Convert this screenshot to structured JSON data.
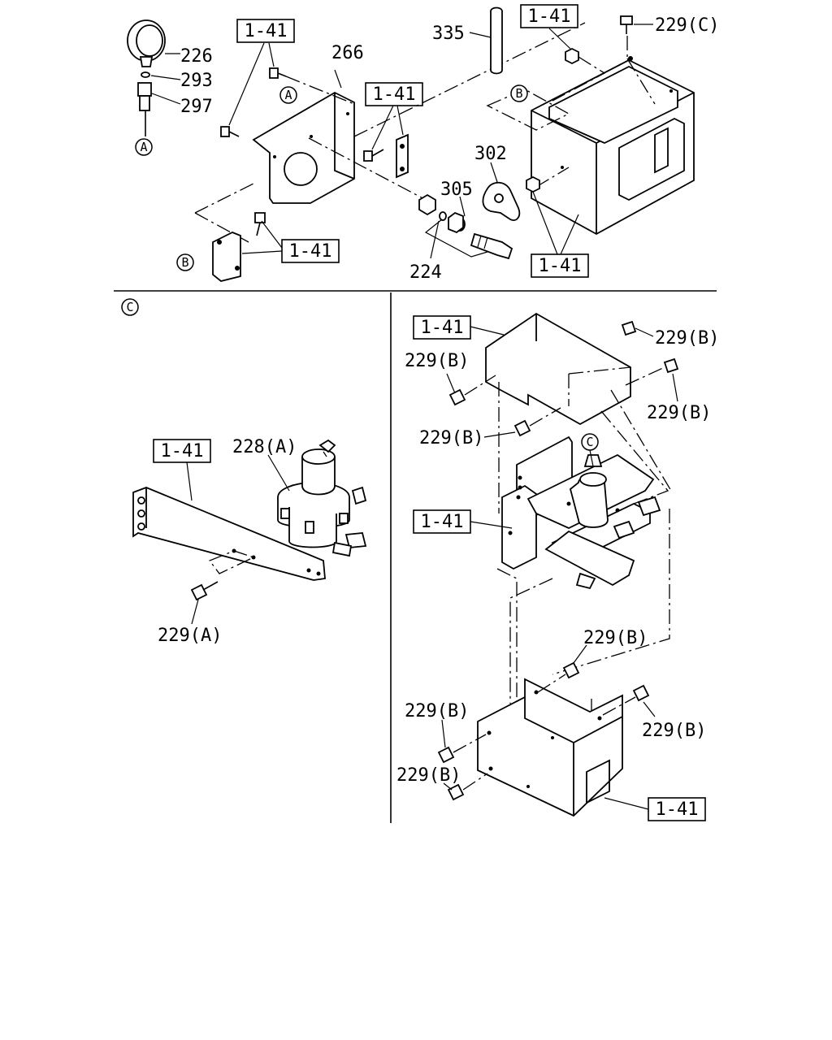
{
  "parts": {
    "p226": "226",
    "p293": "293",
    "p297": "297",
    "p266": "266",
    "p335": "335",
    "p229c": "229(C)",
    "p302": "302",
    "p305": "305",
    "p224": "224",
    "p228a": "228(A)",
    "p229a": "229(A)",
    "p229b": "229(B)"
  },
  "refs": {
    "ref": "1-41"
  },
  "callouts": {
    "a": "A",
    "b": "B",
    "c": "C"
  }
}
